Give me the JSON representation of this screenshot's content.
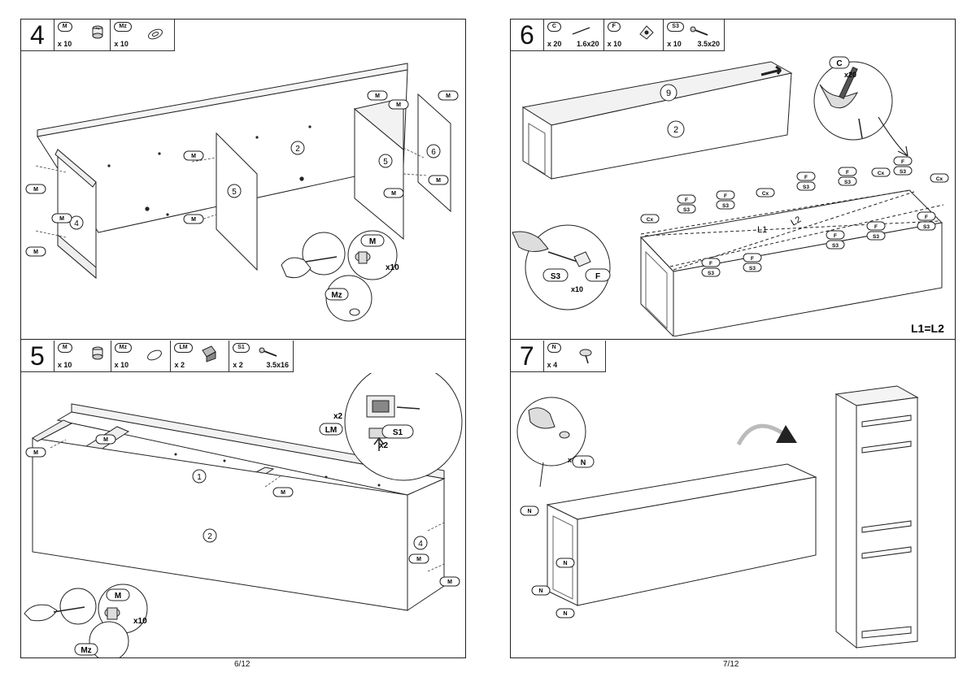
{
  "left_page": {
    "page_label": "6/12",
    "step4": {
      "number": "4",
      "parts": [
        {
          "code": "M",
          "qty": "x 10",
          "icon": "cam-lock-icon"
        },
        {
          "code": "Mz",
          "qty": "x 10",
          "icon": "cam-cover-icon"
        }
      ],
      "callouts": {
        "m": "M",
        "mz": "Mz",
        "x10": "x10"
      },
      "panels": {
        "p2": "2",
        "p4": "4",
        "p5a": "5",
        "p5b": "5",
        "p6": "6"
      }
    },
    "step5": {
      "number": "5",
      "parts": [
        {
          "code": "M",
          "qty": "x 10",
          "icon": "cam-lock-icon"
        },
        {
          "code": "Mz",
          "qty": "x 10",
          "icon": "cam-cover-icon"
        },
        {
          "code": "LM",
          "qty": "x 2",
          "icon": "hanging-bracket-icon"
        },
        {
          "code": "S1",
          "qty": "x 2",
          "dim": "3.5x16",
          "icon": "screw-icon"
        }
      ],
      "callouts": {
        "m": "M",
        "mz": "Mz",
        "lm": "LM",
        "s1": "S1",
        "x2": "x2",
        "x10": "x10"
      },
      "panels": {
        "p1": "1",
        "p2": "2",
        "p4": "4"
      }
    }
  },
  "right_page": {
    "page_label": "7/12",
    "step6": {
      "number": "6",
      "parts": [
        {
          "code": "C",
          "qty": "x 20",
          "dim": "1.6x20",
          "icon": "nail-icon"
        },
        {
          "code": "F",
          "qty": "x 10",
          "icon": "fixing-clip-icon"
        },
        {
          "code": "S3",
          "qty": "x 10",
          "dim": "3.5x20",
          "icon": "screw-icon"
        }
      ],
      "callouts": {
        "c": "C",
        "x20": "x20",
        "s3": "S3",
        "f": "F",
        "cx": "Cx",
        "x10": "x10"
      },
      "panels": {
        "p2": "2",
        "p9": "9"
      },
      "diagonals": {
        "l1": "L1",
        "l2": "L2",
        "note": "L1=L2"
      }
    },
    "step7": {
      "number": "7",
      "parts": [
        {
          "code": "N",
          "qty": "x 4",
          "icon": "glide-nail-icon"
        }
      ],
      "callouts": {
        "n": "N",
        "x4": "x4"
      }
    }
  }
}
